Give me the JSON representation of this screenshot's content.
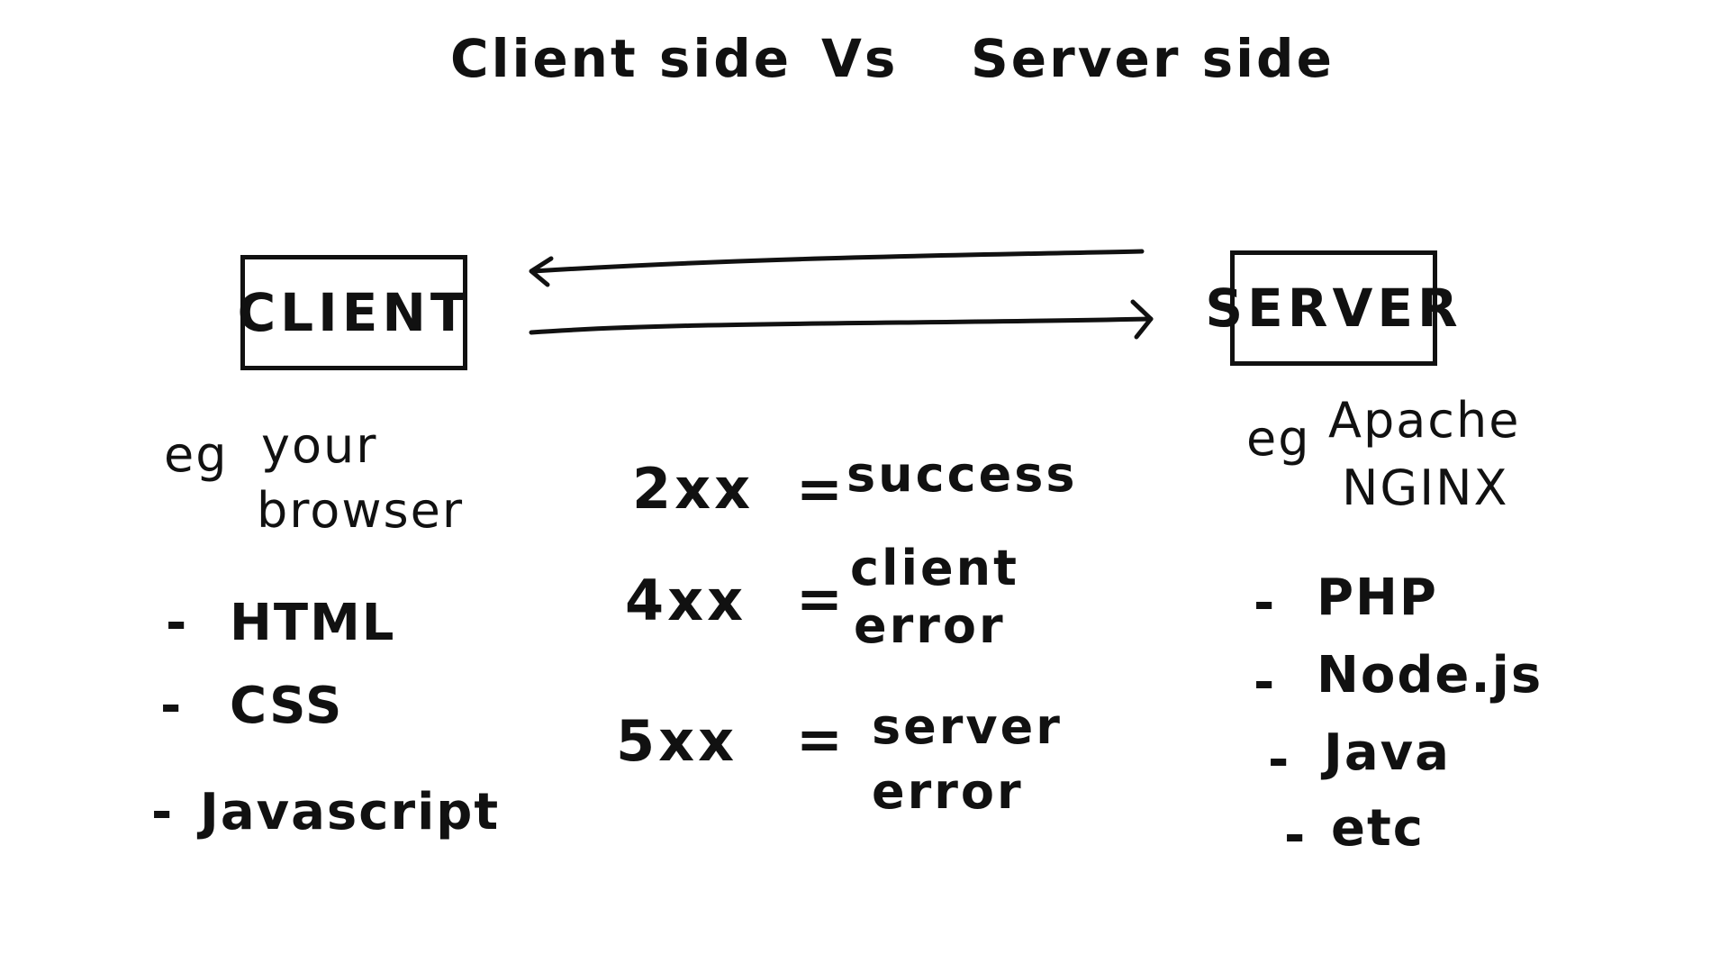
{
  "title": {
    "left": "Client side",
    "vs": "Vs",
    "right": "Server side"
  },
  "client": {
    "box_label": "CLIENT",
    "eg_prefix": "eg",
    "example_line1": "your",
    "example_line2": "browser",
    "techs": [
      "HTML",
      "CSS",
      "Javascript"
    ]
  },
  "server": {
    "box_label": "SERVER",
    "eg_prefix": "eg",
    "example_line1": "Apache",
    "example_line2": "NGINX",
    "techs": [
      "PHP",
      "Node.js",
      "Java",
      "etc"
    ]
  },
  "status_codes": [
    {
      "code": "2xx",
      "equals": "=",
      "line1": "success",
      "line2": ""
    },
    {
      "code": "4xx",
      "equals": "=",
      "line1": "client",
      "line2": "error"
    },
    {
      "code": "5xx",
      "equals": "=",
      "line1": "server",
      "line2": "error"
    }
  ],
  "bullet": "-",
  "colors": {
    "ink": "#111111",
    "background": "#ffffff"
  },
  "icons": {
    "request_arrow": "arrow-right",
    "response_arrow": "arrow-left"
  }
}
